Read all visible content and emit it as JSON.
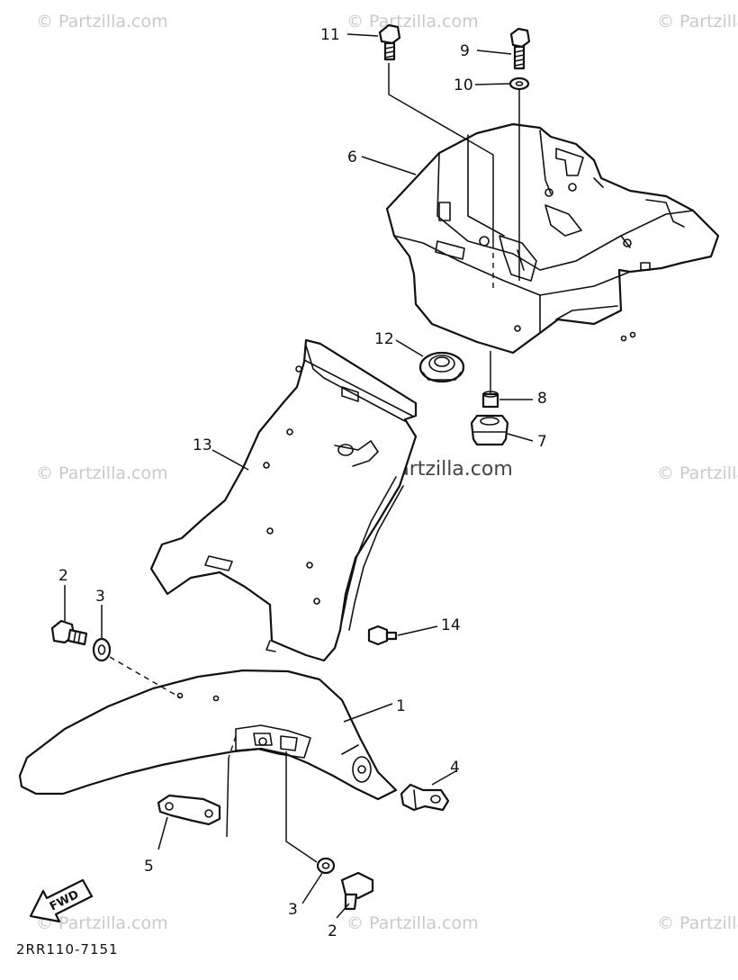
{
  "watermarks": [
    "© Partzilla.com",
    "© Partzilla.com",
    "© Partzilla.com",
    "© Partzilla.com",
    "© Partzilla.com",
    "© Partzilla.com",
    "© Partzilla.com",
    "© Partzilla.com"
  ],
  "center_watermark": "© Partzilla.com",
  "callouts": {
    "c11": "11",
    "c9": "9",
    "c10": "10",
    "c6": "6",
    "c12": "12",
    "c8": "8",
    "c7": "7",
    "c13": "13",
    "c14": "14",
    "c2a": "2",
    "c3a": "3",
    "c1": "1",
    "c4": "4",
    "c5": "5",
    "c3b": "3",
    "c2b": "2"
  },
  "fwd_label": "FWD",
  "diagram_code": "2RR110-7151"
}
